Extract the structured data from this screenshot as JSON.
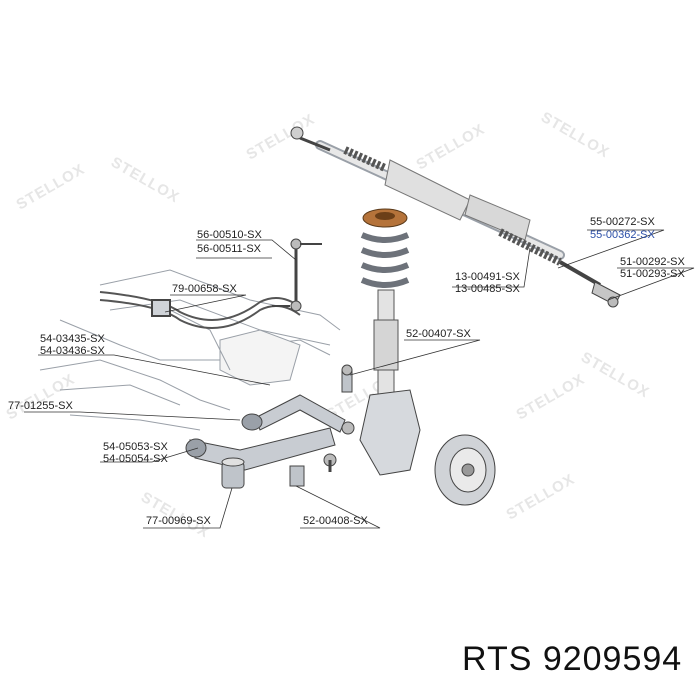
{
  "watermark": "STELLOX",
  "parts": [
    {
      "id": "56-00510-SX"
    },
    {
      "id": "56-00511-SX"
    },
    {
      "id": "79-00658-SX"
    },
    {
      "id": "54-03435-SX"
    },
    {
      "id": "54-03436-SX"
    },
    {
      "id": "77-01255-SX"
    },
    {
      "id": "54-05053-SX"
    },
    {
      "id": "54-05054-SX"
    },
    {
      "id": "77-00969-SX"
    },
    {
      "id": "52-00408-SX"
    },
    {
      "id": "52-00407-SX"
    },
    {
      "id": "55-00272-SX"
    },
    {
      "id": "55-00362-SX",
      "highlight": true
    },
    {
      "id": "13-00491-SX"
    },
    {
      "id": "13-00485-SX"
    },
    {
      "id": "51-00292-SX"
    },
    {
      "id": "51-00293-SX"
    }
  ],
  "caption": "RTS  9209594",
  "colors": {
    "highlight": "#2b4fa8",
    "line": "#333333",
    "watermark": "#e6e6e6",
    "spring": "#8a8f98",
    "mount": "#b5733a"
  }
}
